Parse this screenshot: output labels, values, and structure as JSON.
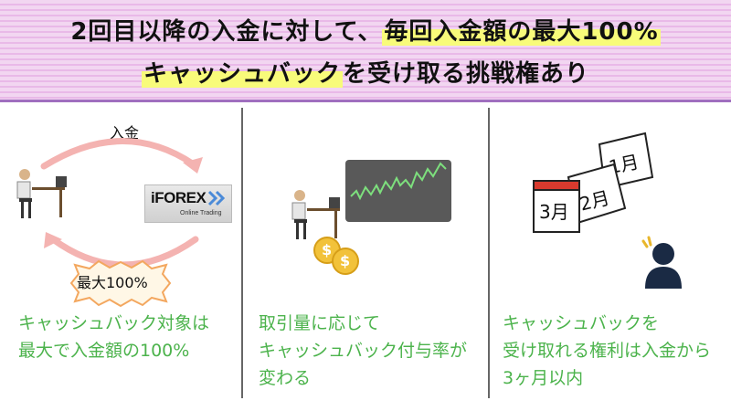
{
  "header": {
    "line1_prefix": "2回目以降の入金に対して、",
    "line1_highlight": "毎回入金額の最大100%",
    "line2_highlight": "キャッシュバック",
    "line2_suffix": "を受け取る挑戦権あり"
  },
  "panel1": {
    "deposit_label": "入金",
    "logo_text": "iFOREX",
    "logo_subtitle": "Online Trading",
    "badge_text": "最大100%",
    "caption_line1": "キャッシュバック対象は",
    "caption_line2": "最大で入金額の100%"
  },
  "panel2": {
    "coin_symbol": "$",
    "caption_line1": "取引量に応じて",
    "caption_line2": "キャッシュバック付与率が",
    "caption_line3": "変わる"
  },
  "panel3": {
    "calendar_month3": "3月",
    "calendar_month2": "2月",
    "calendar_month1": "1月",
    "caption_line1": "キャッシュバックを",
    "caption_line2": "受け取れる権利は入金から",
    "caption_line3": "3ヶ月以内"
  },
  "colors": {
    "header_stripe": "#e9b9e8",
    "highlight": "#f8fb7a",
    "caption_green": "#4cb34c",
    "arrow_pink": "#f0a0a0",
    "coin_gold": "#f2c23a",
    "chart_line": "#7ddf7d",
    "calendar_red": "#d83a2e"
  },
  "icons": [
    "deposit-arrow-icon",
    "person-at-desk-icon",
    "coin-icon",
    "stock-chart-icon",
    "calendar-icon",
    "person-silhouette-icon",
    "burst-badge-icon"
  ]
}
